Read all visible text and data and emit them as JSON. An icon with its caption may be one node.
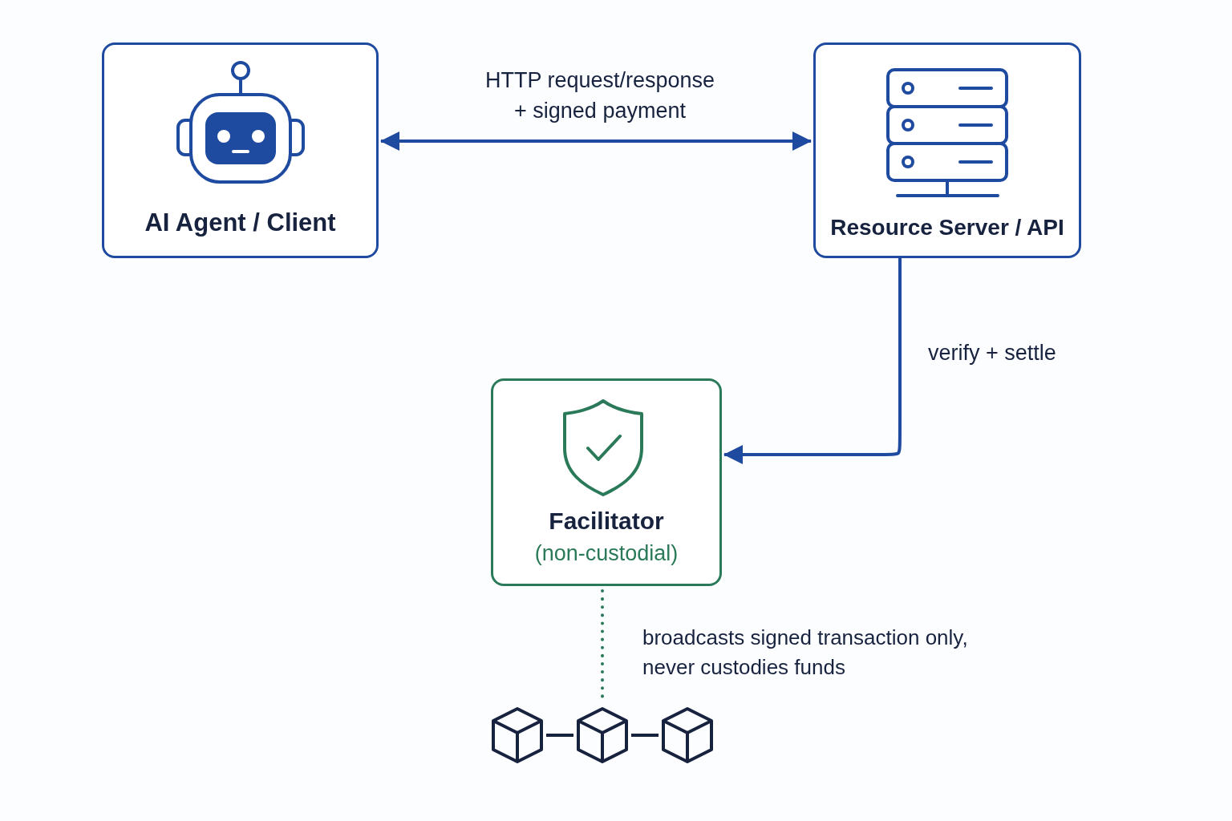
{
  "diagram": {
    "nodes": [
      {
        "text": [
          "AI Agent / Client"
        ]
      },
      {
        "text": [
          "Resource Server / API"
        ]
      },
      {
        "text": [
          "Facilitator",
          "(non-custodial)"
        ]
      },
      {
        "text": [],
        "shape": "cube"
      },
      {
        "text": [],
        "shape": "cube"
      },
      {
        "text": [],
        "shape": "cube"
      }
    ],
    "edges": [
      {
        "from": 0,
        "to": 1,
        "arrow": "both",
        "label": "HTTP request/response + signed payment"
      },
      {
        "from": 1,
        "to": 2,
        "arrow": "to",
        "label": "verify + settle"
      },
      {
        "from": 2,
        "to": 4,
        "arrow": "none",
        "style": "dashed",
        "color": "#2a7a5a",
        "label": "broadcasts signed transaction only, never custodies funds"
      },
      {
        "from": 3,
        "to": 4,
        "arrow": "none",
        "color": "#17223f"
      },
      {
        "from": 4,
        "to": 5,
        "arrow": "none",
        "color": "#17223f"
      }
    ]
  }
}
